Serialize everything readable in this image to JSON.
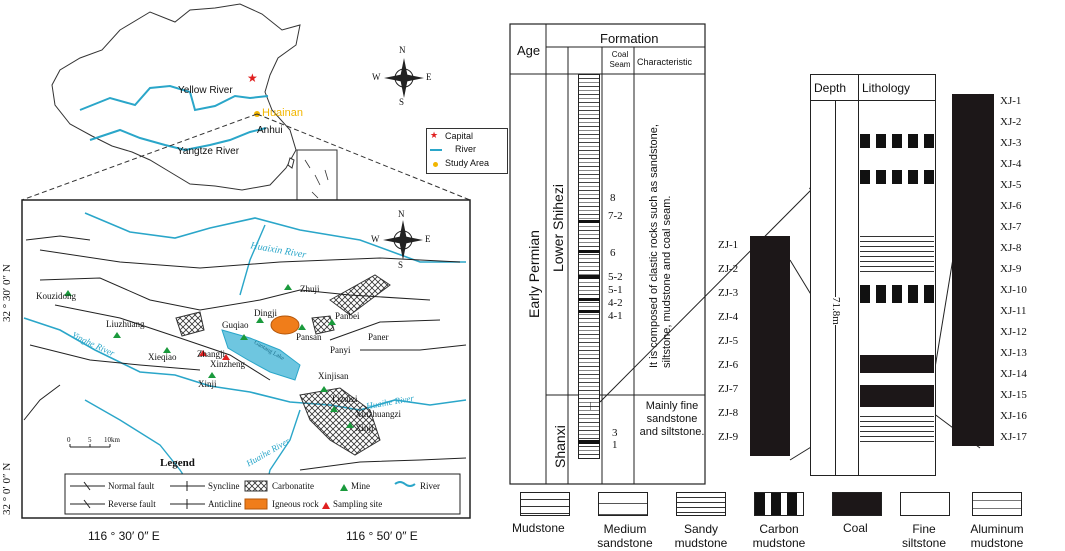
{
  "china_map": {
    "labels": {
      "yellow_river": "Yellow River",
      "yangtze_river": "Yangtze River",
      "anhui": "Anhui",
      "huainan": "Huainan"
    },
    "compass": {
      "n": "N",
      "s": "S",
      "e": "E",
      "w": "W"
    },
    "legend": [
      {
        "symbol": "star",
        "color": "#e02020",
        "label": "Capital"
      },
      {
        "symbol": "line",
        "color": "#2aa6c9",
        "label": "River"
      },
      {
        "symbol": "dot",
        "color": "#f2b600",
        "label": "Study Area"
      }
    ]
  },
  "study_map": {
    "lat_labels": [
      "32 ° 30′ 0″ N",
      "32 ° 0′ 0″ N"
    ],
    "lon_labels": [
      "116 ° 30′ 0″ E",
      "116 ° 50′ 0″ E"
    ],
    "rivers": {
      "huaixin": "Huaixin River",
      "huaihe": "Huaihe River",
      "huaihe_lower": "Huaihe River",
      "yinghe": "Yinghe River"
    },
    "lake_label": "Gaotang Lake",
    "mines": [
      "Kouzidong",
      "Liuzhuang",
      "Xieqiao",
      "Zhangji",
      "Xinzheng",
      "Xinji",
      "Guqiao",
      "Dingji",
      "Zhuji",
      "Panbei",
      "Pansan",
      "Panyi",
      "Paner",
      "Xinjisan",
      "Lizuizi",
      "Xinzhuangzi",
      "Xinji"
    ],
    "scale": {
      "start": "0",
      "mid": "5",
      "end": "10km"
    },
    "compass": {
      "n": "N",
      "s": "S",
      "e": "E",
      "w": "W"
    },
    "legend_title": "Legend",
    "legend": [
      "Normal fault",
      "Syncline",
      "Carbonatite",
      "Mine",
      "River",
      "Reverse fault",
      "Anticline",
      "Igneous rock",
      "Sampling site"
    ]
  },
  "strat_column": {
    "header_age": "Age",
    "header_formation": "Formation",
    "header_coal_seam": "Coal Seam",
    "header_characteristic": "Characteristic",
    "era": "Early Permian",
    "upper_formation": "Lower Shihezi",
    "lower_formation": "Shanxi",
    "upper_seams": [
      "8",
      "7-2",
      "6",
      "5-2",
      "5-1",
      "4-2",
      "4-1"
    ],
    "lower_seams": [
      "3",
      "1"
    ],
    "upper_characteristic": "It is composed of clastic rocks such as sandstone, siltstone, mudstone and coal seam.",
    "lower_characteristic": "Mainly fine sandstone and siltstone."
  },
  "zj_samples": [
    "ZJ-1",
    "ZJ-2",
    "ZJ-3",
    "ZJ-4",
    "ZJ-5",
    "ZJ-6",
    "ZJ-7",
    "ZJ-8",
    "ZJ-9"
  ],
  "xj_samples": [
    "XJ-1",
    "XJ-2",
    "XJ-3",
    "XJ-4",
    "XJ-5",
    "XJ-6",
    "XJ-7",
    "XJ-8",
    "XJ-9",
    "XJ-10",
    "XJ-11",
    "XJ-12",
    "XJ-13",
    "XJ-14",
    "XJ-15",
    "XJ-16",
    "XJ-17"
  ],
  "core_log": {
    "header_depth": "Depth",
    "header_lithology": "Lithology",
    "depth_value": "71.8m"
  },
  "lithology_legend": [
    {
      "key": "mudstone",
      "label": "Mudstone"
    },
    {
      "key": "medium_sandstone",
      "label": "Medium sandstone"
    },
    {
      "key": "sandy_mudstone",
      "label": "Sandy mudstone"
    },
    {
      "key": "carbon_mudstone",
      "label": "Carbon mudstone"
    },
    {
      "key": "coal",
      "label": "Coal"
    },
    {
      "key": "fine_siltstone",
      "label": "Fine siltstone"
    },
    {
      "key": "aluminum_mudstone",
      "label": "Aluminum mudstone"
    }
  ]
}
